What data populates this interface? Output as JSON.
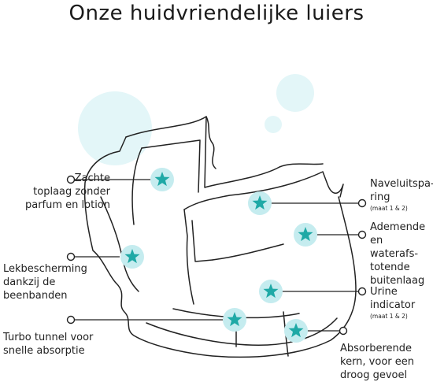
{
  "title": "Onze huidvriendelijke luiers",
  "colors": {
    "accent": "#1fa9a6",
    "halo": "#c5ecef",
    "bubble": "#e3f6f8",
    "line": "#222222"
  },
  "features": {
    "topsheet": {
      "lines": [
        "Zachte",
        "toplaag zonder",
        "parfum en lotion"
      ]
    },
    "leak_guard": {
      "lines": [
        "Lekbescherming",
        "dankzij de",
        "beenbanden"
      ]
    },
    "turbo_tunnel": {
      "lines": [
        "Turbo tunnel voor",
        "snelle absorptie"
      ]
    },
    "navel": {
      "lines": [
        "Naveluitspa-",
        "ring"
      ],
      "note": "(maat 1 & 2)"
    },
    "breathable": {
      "lines": [
        "Ademende",
        "en waterafs-",
        "totende",
        "buitenlaag"
      ]
    },
    "urine": {
      "lines": [
        "Urine",
        "indicator"
      ],
      "note": "(maat 1 & 2)"
    },
    "core": {
      "lines": [
        "Absorberende",
        "kern, voor een",
        "droog gevoel"
      ]
    }
  },
  "icons": {
    "marker": "star-icon",
    "endpoint": "circle-endpoint-icon"
  }
}
